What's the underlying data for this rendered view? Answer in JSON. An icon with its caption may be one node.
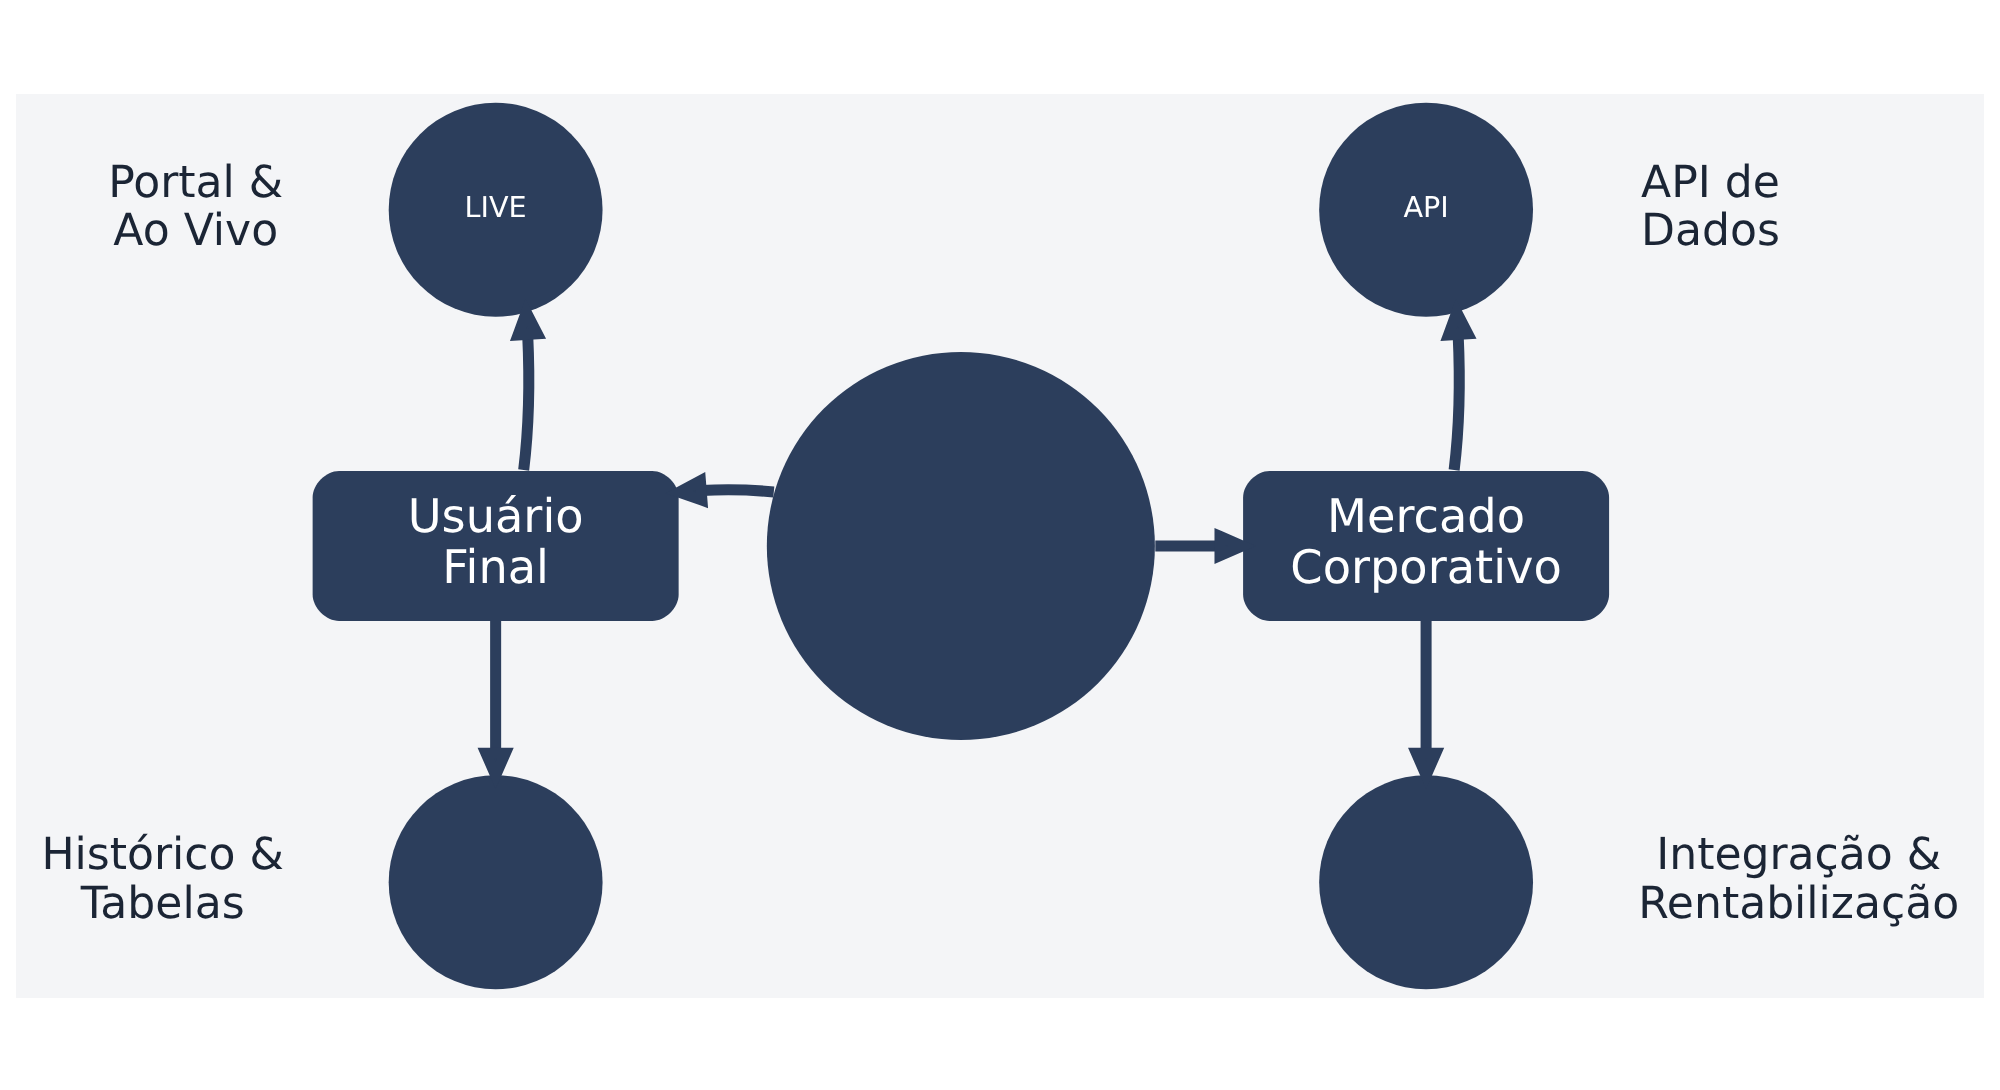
{
  "diagram": {
    "nodes": [
      {
        "text": [
          "LIVE"
        ],
        "beside": [
          "Portal & Ao Vivo"
        ]
      },
      {
        "text": [
          "API"
        ],
        "beside": [
          "API de Dados"
        ]
      },
      {
        "text": [
          "Usuário Final"
        ]
      },
      {
        "text": [],
        "shape": "circle"
      },
      {
        "text": [
          "Mercado Corporativo"
        ]
      },
      {
        "text": [],
        "shape": "circle",
        "beside": [
          "Histórico & Tabelas"
        ]
      },
      {
        "text": [],
        "shape": "circle",
        "beside": [
          "Integração & Rentabilização"
        ]
      }
    ],
    "edges": [
      {
        "from": 3,
        "to": 2,
        "arrow": "to"
      },
      {
        "from": 3,
        "to": 4,
        "arrow": "to"
      },
      {
        "from": 2,
        "to": 0,
        "arrow": "to"
      },
      {
        "from": 2,
        "to": 5,
        "arrow": "to"
      },
      {
        "from": 4,
        "to": 1,
        "arrow": "to"
      },
      {
        "from": 4,
        "to": 6,
        "arrow": "to"
      }
    ]
  }
}
